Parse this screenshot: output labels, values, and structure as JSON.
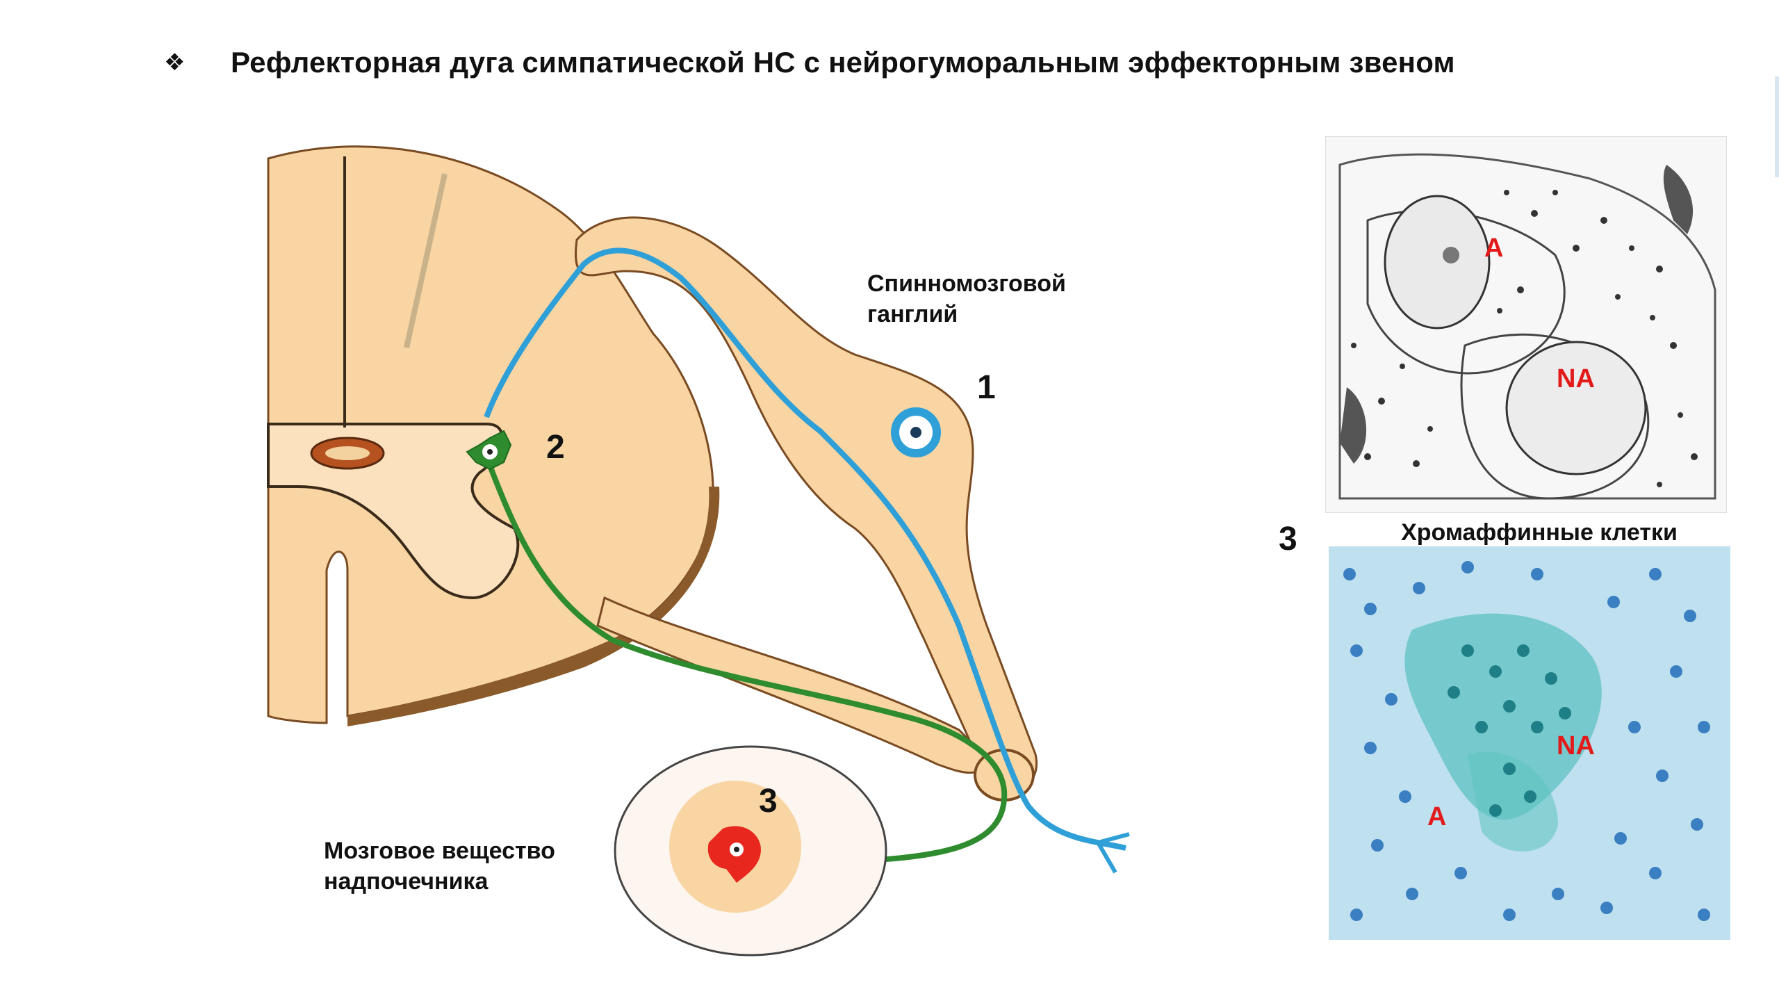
{
  "slide": {
    "bullet": "❖",
    "title": "Рефлекторная дуга симпатической НС с нейрогуморальным эффекторным звеном"
  },
  "labels": {
    "ganglion_line1": "Спинномозговой",
    "ganglion_line2": "ганглий",
    "medulla_line1": "Мозговое вещество",
    "medulla_line2": "надпочечника",
    "chromaffin": "Хромаффинные клетки"
  },
  "numbers": {
    "n1": "1",
    "n2": "2",
    "n3_diagram": "3",
    "n3_micro": "3"
  },
  "micro_labels": {
    "em_a": "А",
    "em_na": "NA",
    "lm_na": "NA",
    "lm_a": "А"
  },
  "colors": {
    "cord_fill": "#f8d5a3",
    "cord_shadow": "#8a5a2a",
    "afferent_neuron": "#2f9fd8",
    "efferent_neuron": "#2e8b2e",
    "chromaffin_cell": "#e8281e",
    "label_red": "#e21a1a"
  }
}
